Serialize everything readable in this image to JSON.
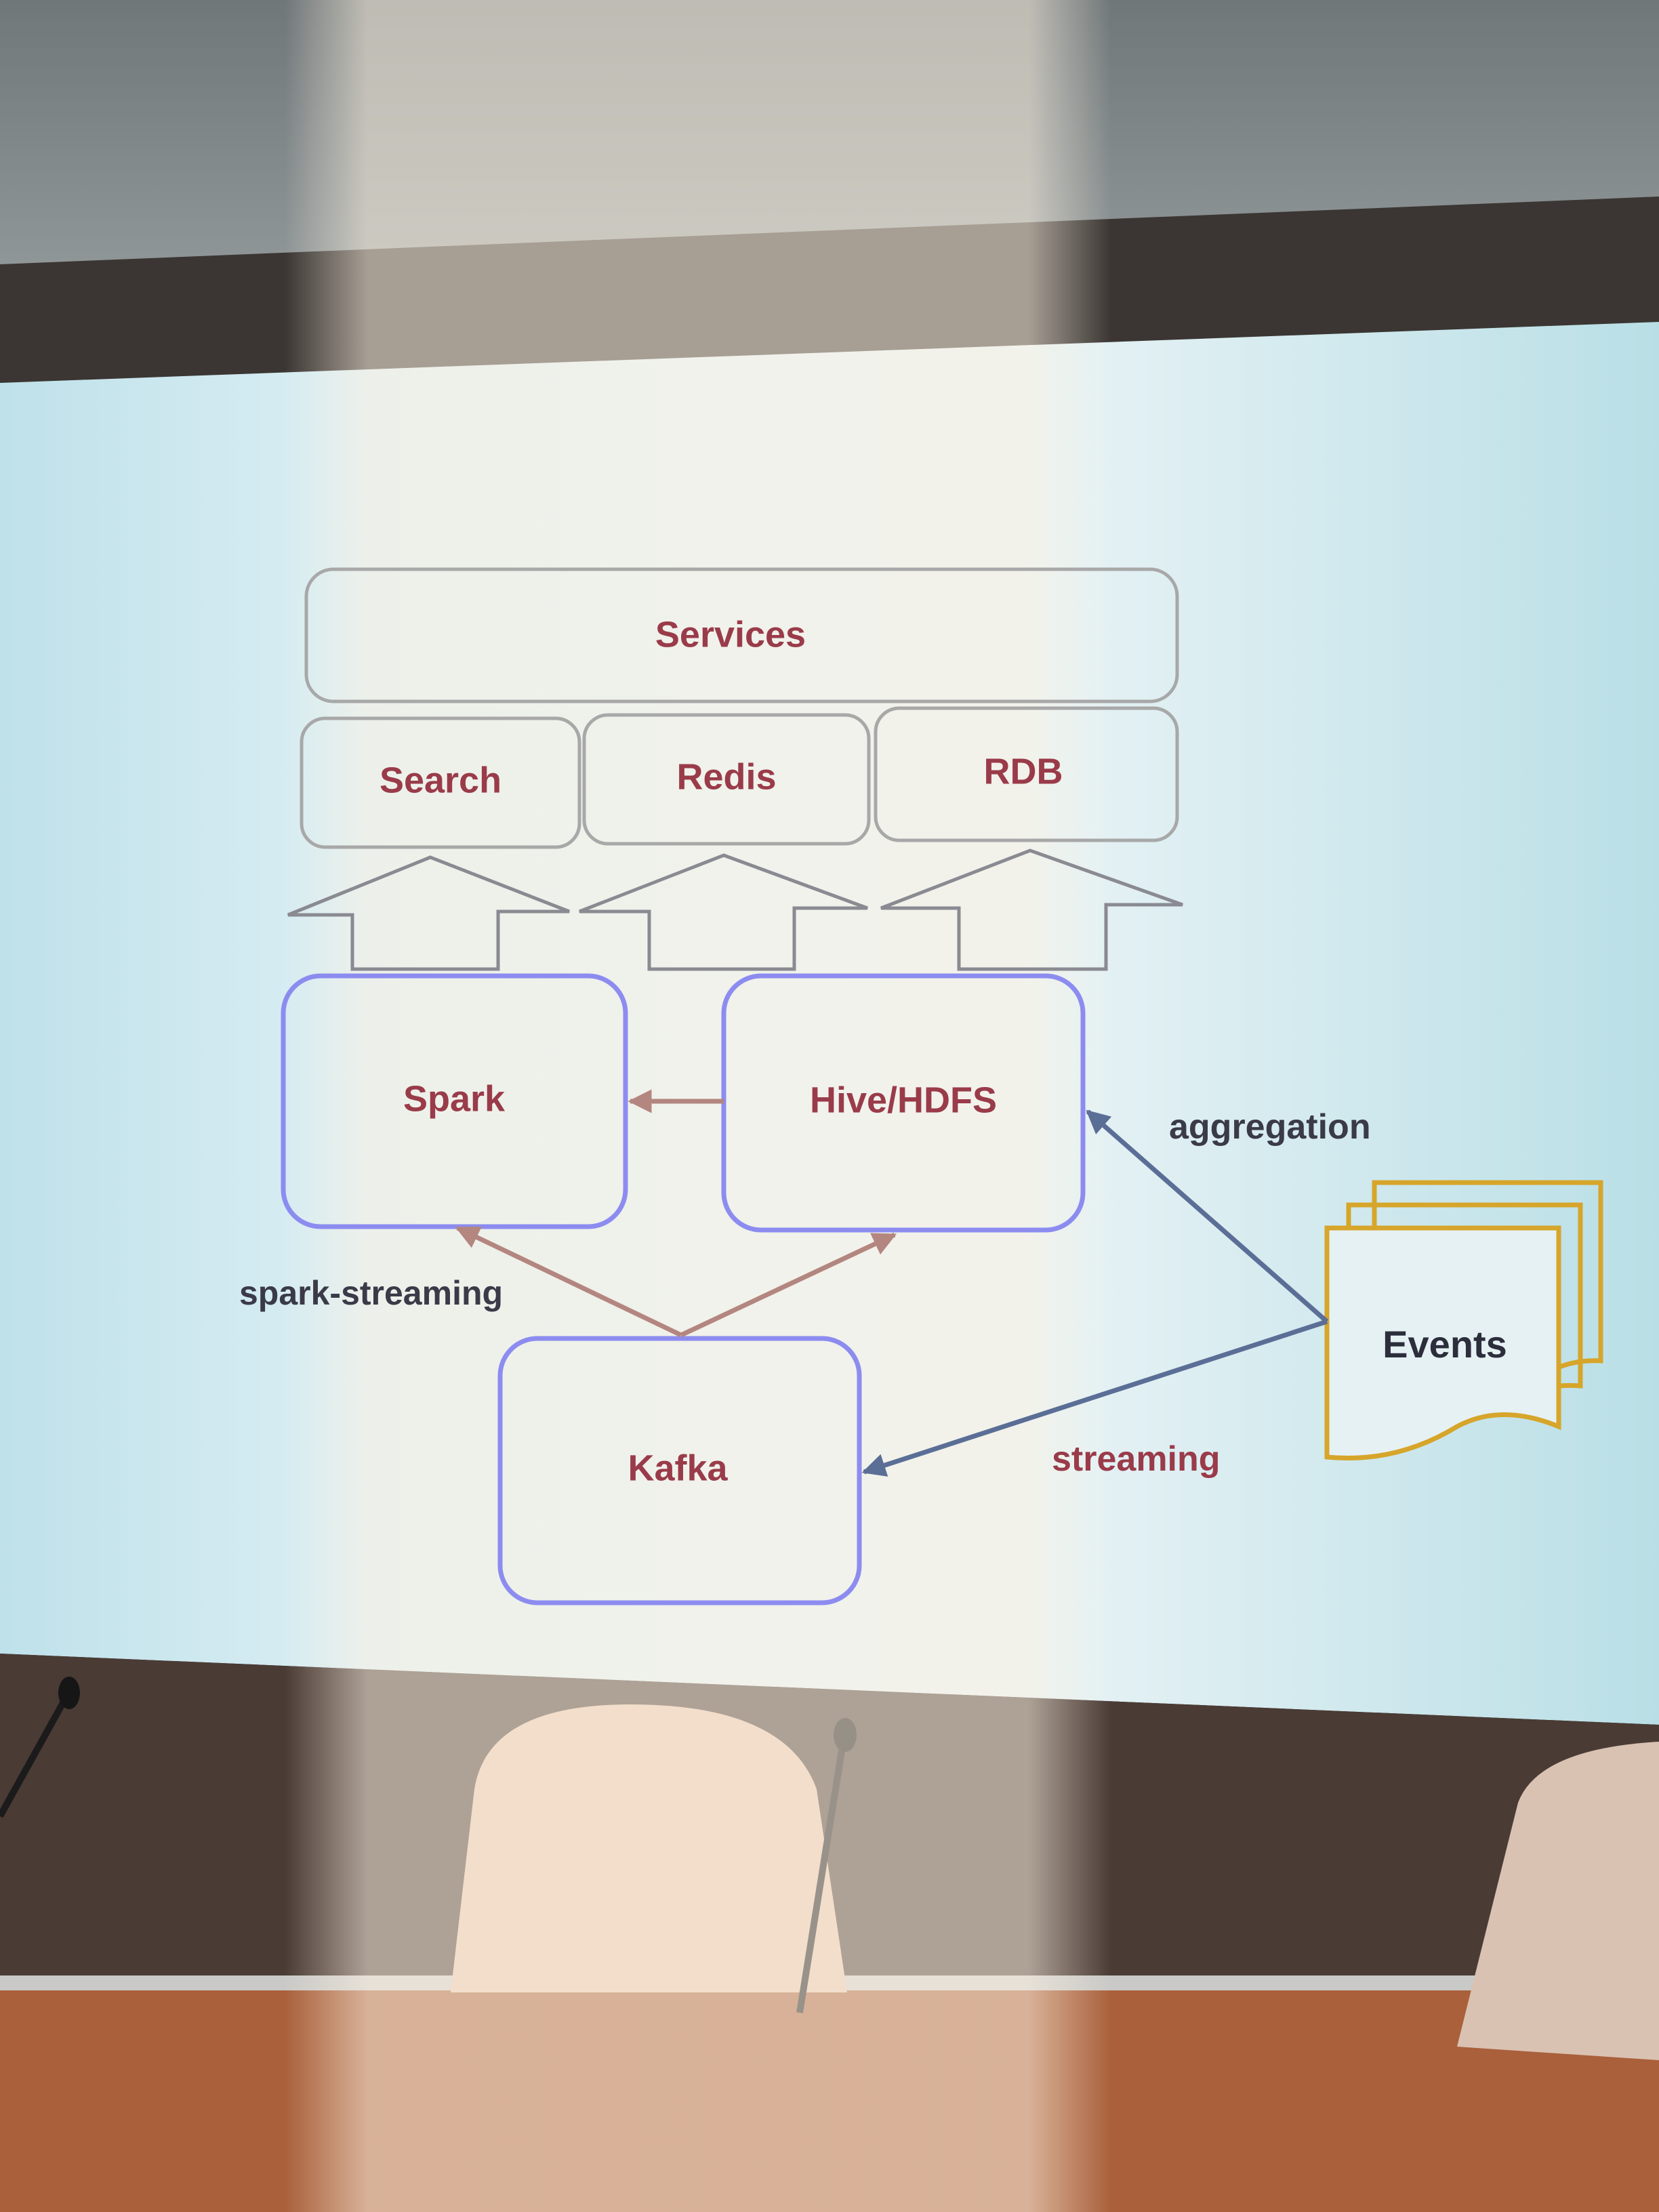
{
  "diagram": {
    "nodes": {
      "services": "Services",
      "search": "Search",
      "redis": "Redis",
      "rdb": "RDB",
      "spark": "Spark",
      "hive": "Hive/HDFS",
      "kafka": "Kafka",
      "events": "Events"
    },
    "edges": {
      "aggregation": "aggregation",
      "spark_streaming": "spark-streaming",
      "streaming": "streaming"
    }
  },
  "colors": {
    "node_text": "#9a3b4a",
    "edge_text": "#3a3a48",
    "store_box_border": "#9e9e9e",
    "compute_box_border": "#8c8cf0",
    "events_border": "#d6a52a",
    "arrow_blue": "#5a6e96",
    "arrow_red": "#b3867f"
  }
}
